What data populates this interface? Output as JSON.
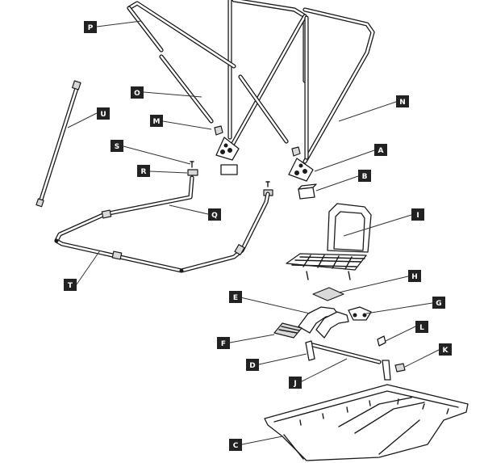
{
  "diagram": {
    "labels": {
      "P": "P",
      "O": "O",
      "U": "U",
      "M": "M",
      "S": "S",
      "R": "R",
      "N": "N",
      "A": "A",
      "B": "B",
      "Q": "Q",
      "I": "I",
      "T": "T",
      "H": "H",
      "E": "E",
      "G": "G",
      "L": "L",
      "F": "F",
      "K": "K",
      "D": "D",
      "J": "J",
      "C": "C"
    }
  }
}
